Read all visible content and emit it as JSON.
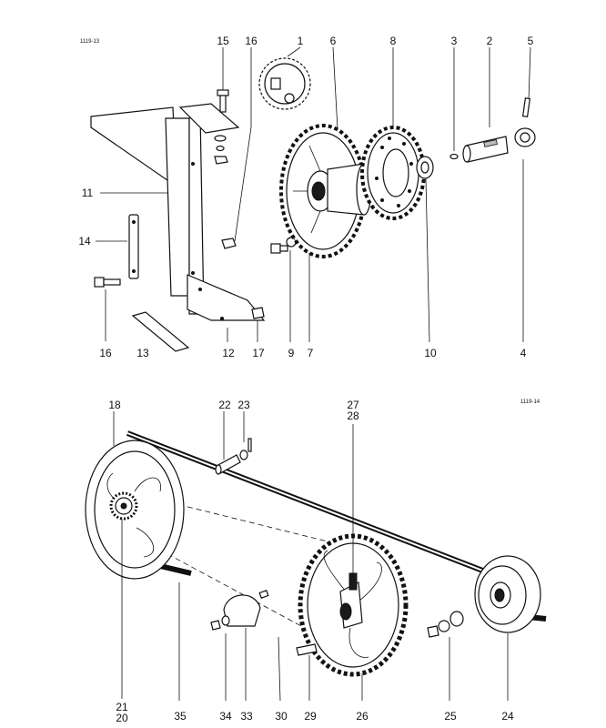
{
  "figure_codes": {
    "top": "1119-13",
    "bottom": "1119-14"
  },
  "callouts_top": [
    {
      "id": "c15",
      "text": "15"
    },
    {
      "id": "c16a",
      "text": "16"
    },
    {
      "id": "c1",
      "text": "1"
    },
    {
      "id": "c6",
      "text": "6"
    },
    {
      "id": "c8",
      "text": "8"
    },
    {
      "id": "c3",
      "text": "3"
    },
    {
      "id": "c2",
      "text": "2"
    },
    {
      "id": "c5",
      "text": "5"
    },
    {
      "id": "c11",
      "text": "11"
    },
    {
      "id": "c14",
      "text": "14"
    },
    {
      "id": "c16b",
      "text": "16"
    },
    {
      "id": "c13",
      "text": "13"
    },
    {
      "id": "c12",
      "text": "12"
    },
    {
      "id": "c17",
      "text": "17"
    },
    {
      "id": "c9",
      "text": "9"
    },
    {
      "id": "c7",
      "text": "7"
    },
    {
      "id": "c10",
      "text": "10"
    },
    {
      "id": "c4",
      "text": "4"
    }
  ],
  "callouts_bottom": [
    {
      "id": "c18",
      "text": "18"
    },
    {
      "id": "c22",
      "text": "22"
    },
    {
      "id": "c23",
      "text": "23"
    },
    {
      "id": "c27",
      "text": "27"
    },
    {
      "id": "c28",
      "text": "28"
    },
    {
      "id": "c21",
      "text": "21"
    },
    {
      "id": "c20",
      "text": "20"
    },
    {
      "id": "c35",
      "text": "35"
    },
    {
      "id": "c34",
      "text": "34"
    },
    {
      "id": "c33",
      "text": "33"
    },
    {
      "id": "c30",
      "text": "30"
    },
    {
      "id": "c29",
      "text": "29"
    },
    {
      "id": "c26",
      "text": "26"
    },
    {
      "id": "c25",
      "text": "25"
    },
    {
      "id": "c24",
      "text": "24"
    }
  ]
}
